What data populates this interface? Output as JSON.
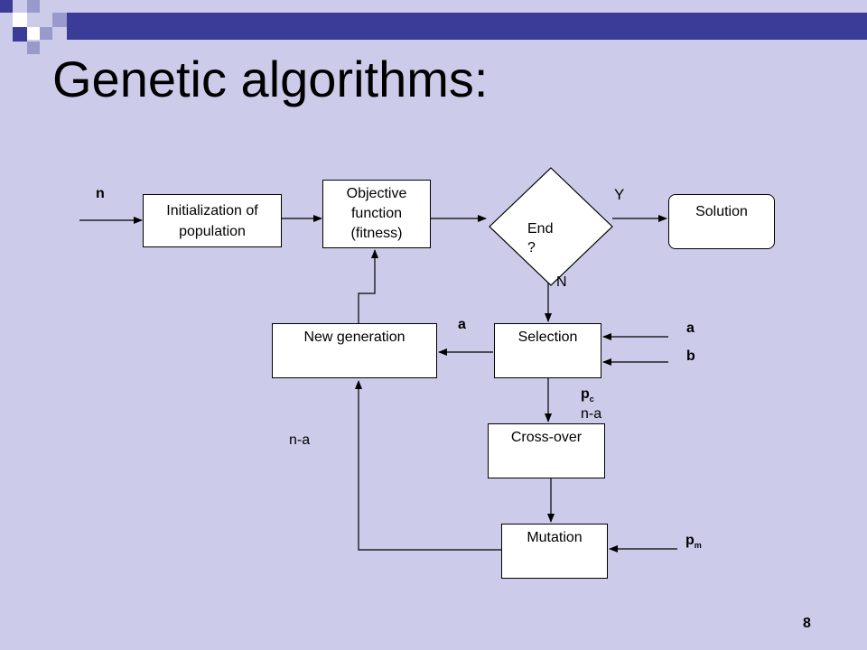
{
  "slide": {
    "title": "Genetic algorithms:",
    "page_number": "8"
  },
  "diagram": {
    "init": "Initialization of population",
    "objective_line1": "Objective",
    "objective_line2": "function",
    "objective_line3": "(fitness)",
    "end_label": "End",
    "end_q": "?",
    "solution": "Solution",
    "new_generation": "New generation",
    "selection": "Selection",
    "crossover": "Cross-over",
    "mutation": "Mutation",
    "label_n": "n",
    "label_y": "Y",
    "label_no": "N",
    "label_a_mid": "a",
    "label_a_right": "a",
    "label_b_right": "b",
    "label_pc": "p",
    "label_pc_sub": "c",
    "label_n_minus_a_right": "n-a",
    "label_n_minus_a_left": "n-a",
    "label_pm": "p",
    "label_pm_sub": "m"
  },
  "colors": {
    "background": "#ccccea",
    "deco_dark": "#3b3b98",
    "deco_light": "#ffffff",
    "deco_mid": "#9999cc"
  }
}
